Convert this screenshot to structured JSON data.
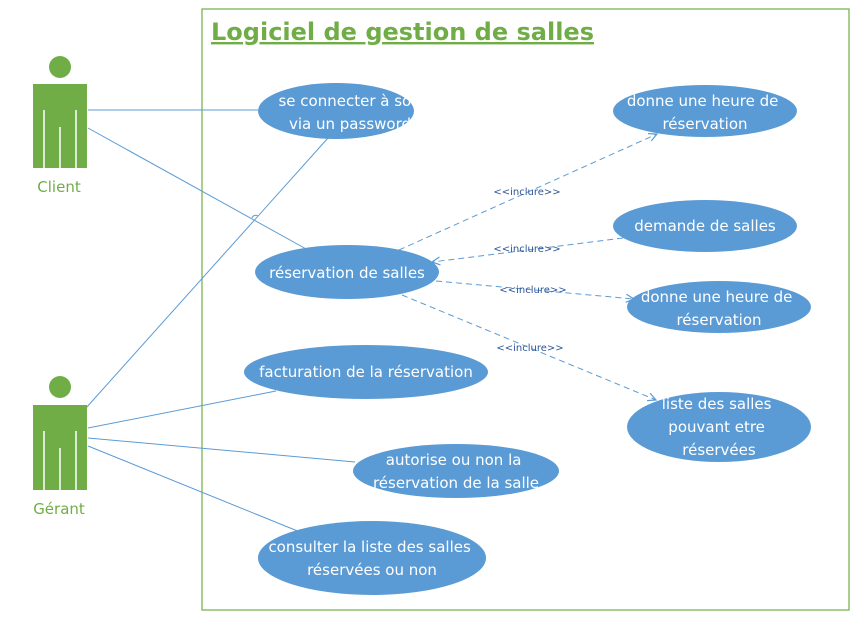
{
  "colors": {
    "frame": "#70ad47",
    "title": "#70ad47",
    "actor": "#70ad47",
    "usecase_fill": "#5b9bd5",
    "usecase_text": "#ffffff",
    "line": "#5b9bd5",
    "include_text": "#2f5496"
  },
  "title": "Logiciel de gestion de salles",
  "actors": [
    {
      "id": "client",
      "label": "Client"
    },
    {
      "id": "gerant",
      "label": "Gérant"
    }
  ],
  "usecases": [
    {
      "id": "uc_connect",
      "lines": [
        "se connecter à son",
        "via un password"
      ]
    },
    {
      "id": "uc_reservation",
      "lines": [
        "réservation de salles"
      ]
    },
    {
      "id": "uc_facturation",
      "lines": [
        "facturation de la réservation"
      ]
    },
    {
      "id": "uc_autorise",
      "lines": [
        "autorise ou non la",
        "réservation de la salle"
      ]
    },
    {
      "id": "uc_consulter",
      "lines": [
        "consulter la liste des salles",
        "réservées ou non"
      ]
    },
    {
      "id": "uc_heure1",
      "lines": [
        "donne une heure de",
        "réservation"
      ]
    },
    {
      "id": "uc_demande",
      "lines": [
        "demande de salles"
      ]
    },
    {
      "id": "uc_heure2",
      "lines": [
        "donne une heure de",
        "réservation"
      ]
    },
    {
      "id": "uc_liste",
      "lines": [
        "liste des salles",
        "pouvant etre",
        "réservées"
      ]
    }
  ],
  "associations": [
    {
      "from": "client",
      "to": "uc_connect"
    },
    {
      "from": "client",
      "to": "uc_reservation"
    },
    {
      "from": "gerant",
      "to": "uc_connect"
    },
    {
      "from": "gerant",
      "to": "uc_facturation"
    },
    {
      "from": "gerant",
      "to": "uc_autorise"
    },
    {
      "from": "gerant",
      "to": "uc_consulter"
    }
  ],
  "includes": [
    {
      "from": "uc_reservation",
      "to": "uc_heure1",
      "label": "<<inclure>>"
    },
    {
      "from": "uc_demande",
      "to": "uc_reservation",
      "label": "<<inclure>>"
    },
    {
      "from": "uc_reservation",
      "to": "uc_heure2",
      "label": "<<inclure>>"
    },
    {
      "from": "uc_reservation",
      "to": "uc_liste",
      "label": "<<inclure>>"
    }
  ]
}
